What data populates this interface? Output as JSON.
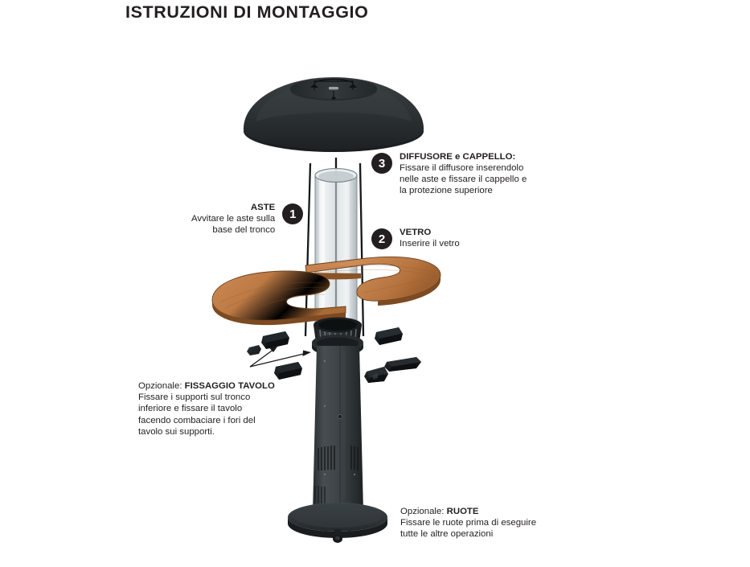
{
  "page": {
    "title": "ISTRUZIONI DI MONTAGGIO",
    "background": "#ffffff",
    "ink": "#231f20"
  },
  "colors": {
    "badge_fill": "#231f20",
    "badge_text": "#ffffff",
    "hood_dark": "#2f3336",
    "trunk_dark": "#3b4043",
    "wood_light": "#c9854f",
    "wood_mid": "#b4753f",
    "wood_dark": "#8a5427",
    "glass": "#c9d2d6",
    "rod": "#1a1a1a",
    "bracket": "#14181a"
  },
  "callouts": [
    {
      "number": "1",
      "title": "ASTE",
      "body": "Avvitare le aste sulla\nbase del tronco",
      "align": "right",
      "name": "callout-aste"
    },
    {
      "number": "2",
      "title": "VETRO",
      "body": "Inserire il vetro",
      "align": "left",
      "name": "callout-vetro"
    },
    {
      "number": "3",
      "title": "DIFFUSORE e CAPPELLO:",
      "body": "Fissare il diffusore inserendolo\nnelle aste e fissare il cappello e\nla protezione superiore",
      "align": "left",
      "name": "callout-diffusore-cappello"
    }
  ],
  "optional_notes": [
    {
      "prefix": "Opzionale: ",
      "title": "FISSAGGIO TAVOLO",
      "body": "Fissare i supporti sul tronco\ninferiore e fissare il tavolo\nfacendo combaciare i fori del\ntavolo sui supporti.",
      "name": "note-fissaggio-tavolo"
    },
    {
      "prefix": "Opzionale: ",
      "title": "RUOTE",
      "body": "Fissare le ruote prima di eseguire\ntutte le altre operazioni",
      "name": "note-ruote"
    }
  ],
  "parts": [
    {
      "name": "hood-cap",
      "label": "cappello"
    },
    {
      "name": "upper-protection-bracket",
      "label": "protezione superiore"
    },
    {
      "name": "glass-tube",
      "label": "vetro"
    },
    {
      "name": "rod-left",
      "label": "asta"
    },
    {
      "name": "rod-center",
      "label": "asta"
    },
    {
      "name": "rod-right",
      "label": "asta"
    },
    {
      "name": "wood-diffuser-left",
      "label": "diffusore"
    },
    {
      "name": "wood-diffuser-right",
      "label": "diffusore"
    },
    {
      "name": "trunk-collar",
      "label": "collare tronco"
    },
    {
      "name": "trunk-body",
      "label": "tronco"
    },
    {
      "name": "trunk-base",
      "label": "base"
    },
    {
      "name": "caster-wheel",
      "label": "ruota"
    },
    {
      "name": "table-bracket",
      "label": "supporto tavolo",
      "count": 6
    },
    {
      "name": "assembly-arrow",
      "label": "freccia di montaggio",
      "count": 2
    }
  ]
}
